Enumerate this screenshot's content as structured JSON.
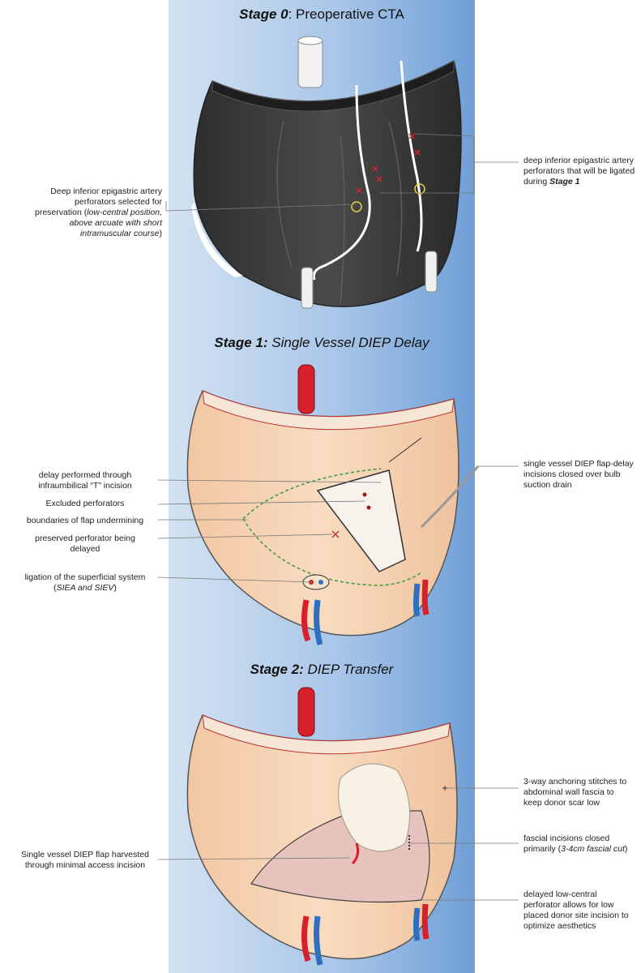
{
  "stage0": {
    "title_bold": "Stage 0",
    "title_rest": ": Preoperative CTA",
    "left_label": {
      "line1": "Deep inferior epigastric artery",
      "line2": "perforators selected for",
      "line3_plain": "preservation (",
      "line3_italic": "low-central position,",
      "line4_italic": "above arcuate with short",
      "line5_italic": "intramuscular course",
      "line5_end": ")"
    },
    "right_label": {
      "line1": "deep inferior epigastric artery",
      "line2": "perforators  that will be ligated",
      "line3_plain": "during ",
      "line3_bold": "Stage 1"
    }
  },
  "stage1": {
    "title_bold": "Stage 1:",
    "title_rest": " Single Vessel DIEP Delay",
    "labels": {
      "delay_l1": "delay performed through",
      "delay_l2": "infraumbilical “T” incision",
      "excluded": "Excluded perforators",
      "boundaries": "boundaries of flap undermining",
      "preserved_l1": "preserved perforator being",
      "preserved_l2": "delayed",
      "ligation_l1": "ligation of the superficial system",
      "ligation_l2_open": "(",
      "ligation_l2_italic": "SIEA and SIEV",
      "ligation_l2_close": ")",
      "closed_l1": "single vessel DIEP flap-delay",
      "closed_l2": "incisions closed over bulb",
      "closed_l3": "suction drain"
    }
  },
  "stage2": {
    "title_bold": "Stage 2:",
    "title_rest": " DIEP Transfer",
    "labels": {
      "anchor_l1": "3-way anchoring stitches to",
      "anchor_l2": "abdominal wall fascia to",
      "anchor_l3": "keep donor scar low",
      "fascial_l1": "fascial incisions closed",
      "fascial_l2_plain": "primarily (",
      "fascial_l2_italic": "3-4cm fascial cut",
      "fascial_l2_close": ")",
      "harvest_l1": "Single vessel DIEP flap harvested",
      "harvest_l2": "through minimal access incision",
      "lowcentral_l1": "delayed low-central",
      "lowcentral_l2": "perforator allows for low",
      "lowcentral_l3": "placed donor site incision to",
      "lowcentral_l4": "optimize aesthetics"
    }
  },
  "colors": {
    "band_light": "#d3e2f2",
    "band_dark": "#6f9fd6",
    "skin": "#f6d2b2",
    "skin_shade": "#e9b993",
    "torso_dark": "#3a3a3a",
    "artery": "#d8202a",
    "vein": "#2d6fc0"
  }
}
